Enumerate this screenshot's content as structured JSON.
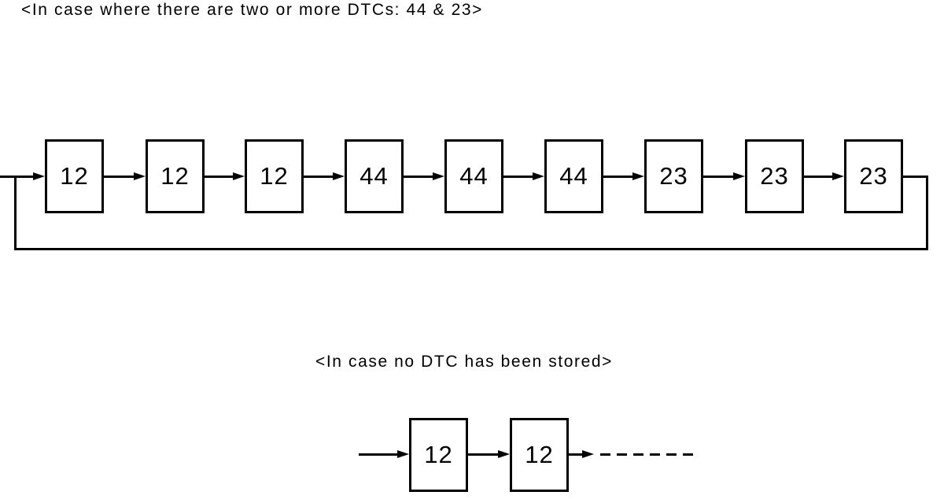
{
  "colors": {
    "ink": "#000000",
    "paper": "#ffffff"
  },
  "diagram_multiple_dtc": {
    "title": "<In case where there are two or more DTCs: 44 & 23>",
    "boxes": [
      "12",
      "12",
      "12",
      "44",
      "44",
      "44",
      "23",
      "23",
      "23"
    ],
    "loop_back_to_start": true
  },
  "diagram_no_dtc": {
    "title": "<In case no DTC has been stored>",
    "boxes": [
      "12",
      "12"
    ],
    "continues_with_dashed_line": true
  }
}
